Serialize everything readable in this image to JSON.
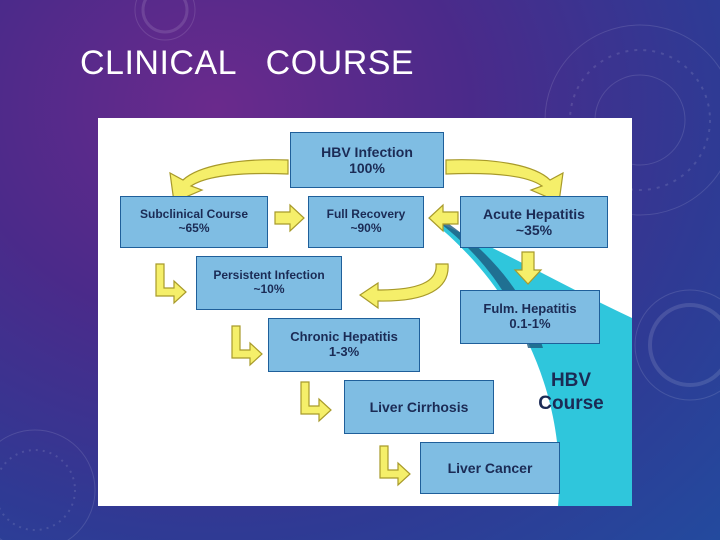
{
  "slide": {
    "title_word1": "CLINICAL",
    "title_word2": "COURSE"
  },
  "diagram": {
    "nodes": {
      "hbv_infection": {
        "line1": "HBV Infection",
        "line2": "100%"
      },
      "subclinical_course": {
        "line1": "Subclinical Course",
        "line2": "~65%"
      },
      "full_recovery": {
        "line1": "Full Recovery",
        "line2": "~90%"
      },
      "acute_hepatitis": {
        "line1": "Acute Hepatitis",
        "line2": "~35%"
      },
      "persistent_infection": {
        "line1": "Persistent Infection",
        "line2": "~10%"
      },
      "fulminant_hepatitis": {
        "line1": "Fulm. Hepatitis",
        "line2": "0.1-1%"
      },
      "chronic_hepatitis": {
        "line1": "Chronic Hepatitis",
        "line2": "1-3%"
      },
      "liver_cirrhosis": {
        "line1": "Liver Cirrhosis"
      },
      "liver_cancer": {
        "line1": "Liver Cancer"
      }
    },
    "corner_label": {
      "line1": "HBV",
      "line2": "Course"
    },
    "colors": {
      "box_fill": "#7fbde3",
      "box_border": "#1f5f9a",
      "arrow_fill": "#f5ef6a",
      "arrow_stroke": "#a89a2a",
      "swoosh_cyan": "#2fc6dc",
      "swoosh_dark": "#1d5a80",
      "text": "#1b2b55"
    }
  }
}
